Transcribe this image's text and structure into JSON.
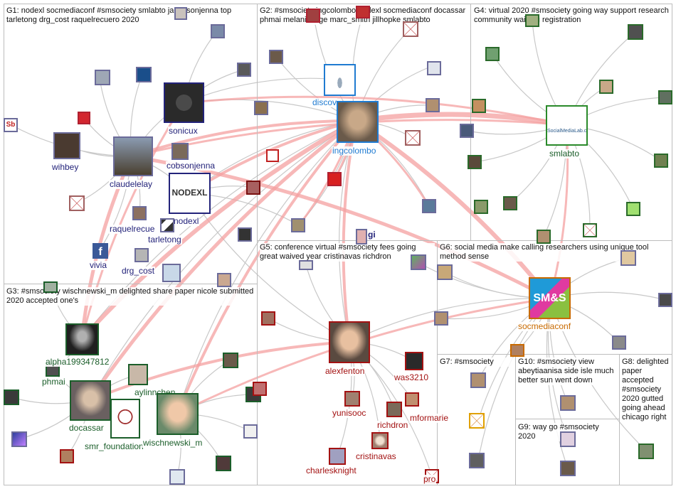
{
  "groups": [
    {
      "id": "G1",
      "label": "G1: nodexl socmediaconf #smsociety smlabto jacobsonjenna top tarletong drg_cost raquelrecuero 2020"
    },
    {
      "id": "G2",
      "label": "G2: #smsociety ingcolombo nodexl socmediaconf docassar phmai melaniesage marc_smith jillhopke smlabto"
    },
    {
      "id": "G3",
      "label": "G3: #smsociety wischnewski_m delighted share paper nicole submitted 2020 accepted one's"
    },
    {
      "id": "G4",
      "label": "G4: virtual 2020 #smsociety going way support research community waiving registration"
    },
    {
      "id": "G5",
      "label": "G5: conference virtual #smsociety fees going great waived year cristinavas richdron"
    },
    {
      "id": "G6",
      "label": "G6: social media make calling researchers using unique tool method sense"
    },
    {
      "id": "G7",
      "label": "G7: #smsociety"
    },
    {
      "id": "G8",
      "label": "G8: delighted paper accepted #smsociety 2020 gutted going ahead chicago right"
    },
    {
      "id": "G9",
      "label": "G9: way go #smsociety 2020"
    },
    {
      "id": "G10",
      "label": "G10: #smsociety view abeytiaanisa side isle much better sun went down"
    }
  ],
  "labeled_nodes": [
    {
      "id": "wihbey",
      "label": "wihbey"
    },
    {
      "id": "claudelelay",
      "label": "claudelelay"
    },
    {
      "id": "sonicux",
      "label": "sonicux"
    },
    {
      "id": "cobsonjenna",
      "label": "cobsonjenna"
    },
    {
      "id": "nodexl",
      "label": "nodexl"
    },
    {
      "id": "raquelrecuero",
      "label": "raquelrecue"
    },
    {
      "id": "tarletong",
      "label": "tarletong"
    },
    {
      "id": "vivia",
      "label": "vivia"
    },
    {
      "id": "drg_cost",
      "label": "drg_cost"
    },
    {
      "id": "discover",
      "label": "discov"
    },
    {
      "id": "ingcolombo",
      "label": "ingcolombo"
    },
    {
      "id": "smlabto",
      "label": "smlabto"
    },
    {
      "id": "socmediaconf",
      "label": "socmediaconf"
    },
    {
      "id": "alpha199347812",
      "label": "alpha199347812"
    },
    {
      "id": "phmai",
      "label": "phmai"
    },
    {
      "id": "aylinnchen",
      "label": "aylinnchen"
    },
    {
      "id": "docassar",
      "label": "docassar"
    },
    {
      "id": "smr_foundation",
      "label": "smr_foundation"
    },
    {
      "id": "wischnewski_m",
      "label": "wischnewski_m"
    },
    {
      "id": "alexfenton",
      "label": "alexfenton"
    },
    {
      "id": "was3210",
      "label": "was3210"
    },
    {
      "id": "yunisooc",
      "label": "yunisooc"
    },
    {
      "id": "mformarie",
      "label": "mformarie"
    },
    {
      "id": "richdron",
      "label": "richdron"
    },
    {
      "id": "cristinavas",
      "label": "cristinavas"
    },
    {
      "id": "charlesknight",
      "label": "charlesknight"
    },
    {
      "id": "pro",
      "label": "pro"
    },
    {
      "id": "gi",
      "label": "gi"
    }
  ],
  "icon_badges": {
    "sb": "Sb",
    "nodexl_logo": "NODEXL",
    "socmediaconf_logo": "SM&S",
    "smlabto_logo": "SocialMediaLab.ca"
  },
  "colors": {
    "edge_gray": "#c8c8c8",
    "edge_red": "#f4a0a0",
    "group_border": "#bdbdbd",
    "label_blue": "#23237a",
    "label_sky": "#1f7bd1",
    "label_green": "#1b5e2a",
    "label_red": "#a31212",
    "label_orange": "#c86a00"
  }
}
